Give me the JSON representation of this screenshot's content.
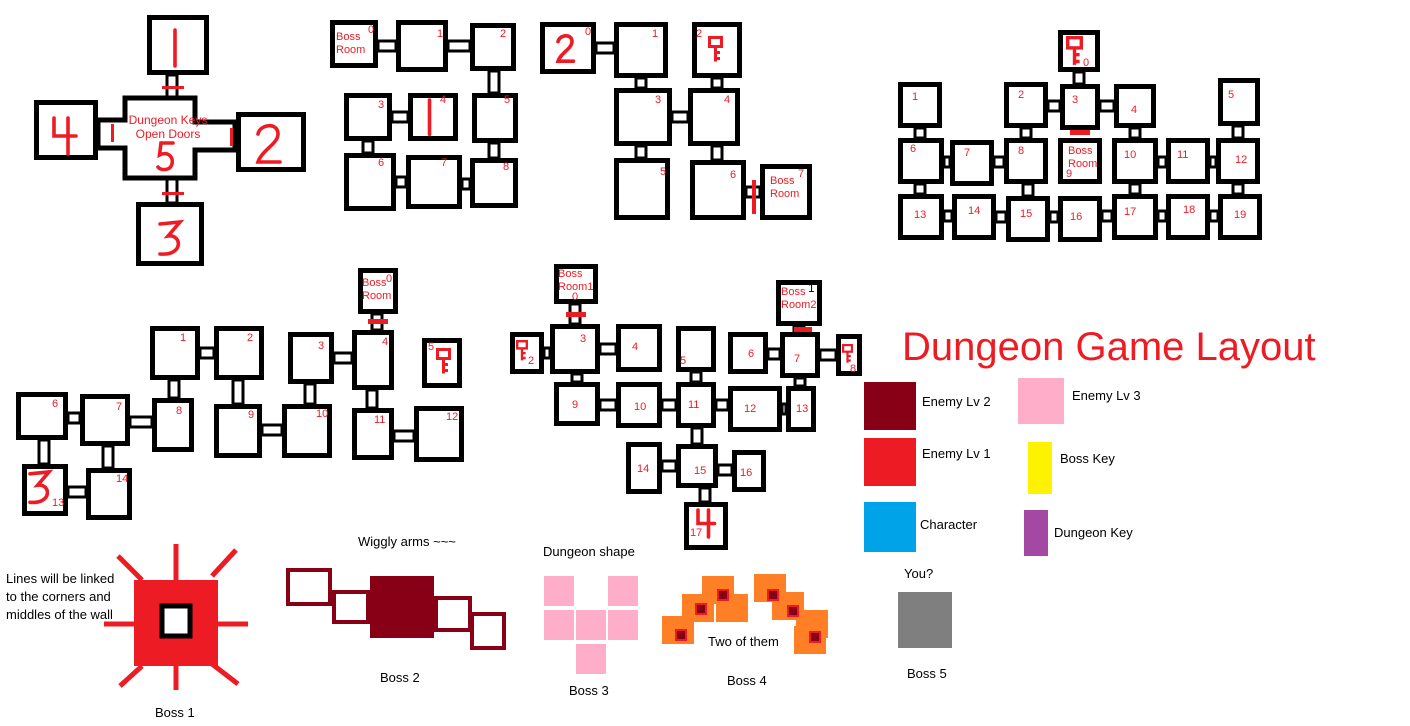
{
  "title": "Dungeon Game Layout",
  "hub": {
    "room_numbers": [
      "1",
      "2",
      "3",
      "4",
      "5"
    ],
    "label": [
      "Dungeon Keys",
      "Open Doors"
    ]
  },
  "maps": [
    {
      "id": "dungeon-1",
      "rooms": [
        {
          "n": "0",
          "label": [
            "Boss",
            "Room"
          ]
        },
        {
          "n": "1"
        },
        {
          "n": "2"
        },
        {
          "n": "3"
        },
        {
          "n": "4"
        },
        {
          "n": "5"
        },
        {
          "n": "6"
        },
        {
          "n": "7"
        },
        {
          "n": "8"
        }
      ],
      "exit_number": "1"
    },
    {
      "id": "dungeon-2",
      "rooms": [
        {
          "n": "0"
        },
        {
          "n": "1"
        },
        {
          "n": "2"
        },
        {
          "n": "3"
        },
        {
          "n": "4"
        },
        {
          "n": "5"
        },
        {
          "n": "6"
        },
        {
          "n": "7",
          "label": [
            "Boss",
            "Room"
          ]
        }
      ],
      "exit_number": "2"
    },
    {
      "id": "dungeon-3",
      "rooms": [
        {
          "n": "0"
        },
        {
          "n": "1"
        },
        {
          "n": "2"
        },
        {
          "n": "3"
        },
        {
          "n": "4"
        },
        {
          "n": "5"
        },
        {
          "n": "6"
        },
        {
          "n": "7"
        },
        {
          "n": "8"
        },
        {
          "n": "9",
          "label": [
            "Boss",
            "Room"
          ]
        },
        {
          "n": "10"
        },
        {
          "n": "11"
        },
        {
          "n": "12"
        },
        {
          "n": "13"
        },
        {
          "n": "14"
        },
        {
          "n": "15"
        },
        {
          "n": "16"
        },
        {
          "n": "17"
        },
        {
          "n": "18"
        },
        {
          "n": "19"
        }
      ]
    },
    {
      "id": "dungeon-4",
      "rooms": [
        {
          "n": "0",
          "label": [
            "Boss",
            "Room"
          ]
        },
        {
          "n": "1"
        },
        {
          "n": "2"
        },
        {
          "n": "3"
        },
        {
          "n": "4"
        },
        {
          "n": "5"
        },
        {
          "n": "6"
        },
        {
          "n": "7"
        },
        {
          "n": "8"
        },
        {
          "n": "9"
        },
        {
          "n": "10"
        },
        {
          "n": "11"
        },
        {
          "n": "12"
        },
        {
          "n": "13"
        },
        {
          "n": "14"
        }
      ],
      "exit_number": "3"
    },
    {
      "id": "dungeon-5",
      "rooms": [
        {
          "n": "0",
          "label": [
            "Boss",
            "Room1"
          ]
        },
        {
          "n": "1",
          "label": [
            "Boss",
            "Room2"
          ]
        },
        {
          "n": "2"
        },
        {
          "n": "3"
        },
        {
          "n": "4"
        },
        {
          "n": "5"
        },
        {
          "n": "6"
        },
        {
          "n": "7"
        },
        {
          "n": "8"
        },
        {
          "n": "9"
        },
        {
          "n": "10"
        },
        {
          "n": "11"
        },
        {
          "n": "12"
        },
        {
          "n": "13"
        },
        {
          "n": "14"
        },
        {
          "n": "15"
        },
        {
          "n": "16"
        },
        {
          "n": "17"
        }
      ],
      "exit_number": "4"
    }
  ],
  "legend": [
    {
      "label": "Enemy Lv 2",
      "color": "#880015"
    },
    {
      "label": "Enemy Lv 3",
      "color": "#ffaec9"
    },
    {
      "label": "Enemy Lv 1",
      "color": "#ed1c24"
    },
    {
      "label": "Boss Key",
      "color": "#fff200"
    },
    {
      "label": "Character",
      "color": "#00a2e8"
    },
    {
      "label": "Dungeon Key",
      "color": "#a349a4"
    }
  ],
  "you_label": "You?",
  "bosses": [
    {
      "name": "Boss 1",
      "note": [
        "Lines will be linked",
        "to the corners and",
        "middles of the wall"
      ],
      "color": "#ed1c24"
    },
    {
      "name": "Boss 2",
      "note": [
        "Wiggly arms ~~~"
      ],
      "color": "#880015"
    },
    {
      "name": "Boss 3",
      "note": [
        "Dungeon shape"
      ],
      "color": "#ffaec9"
    },
    {
      "name": "Boss 4",
      "note": [
        "Two of them"
      ],
      "color": "#ff7f27"
    },
    {
      "name": "Boss 5",
      "color": "#7f7f7f"
    }
  ],
  "colors": {
    "ink": "#000000",
    "red": "#ed1c24",
    "accent_red": "#e0202a"
  }
}
